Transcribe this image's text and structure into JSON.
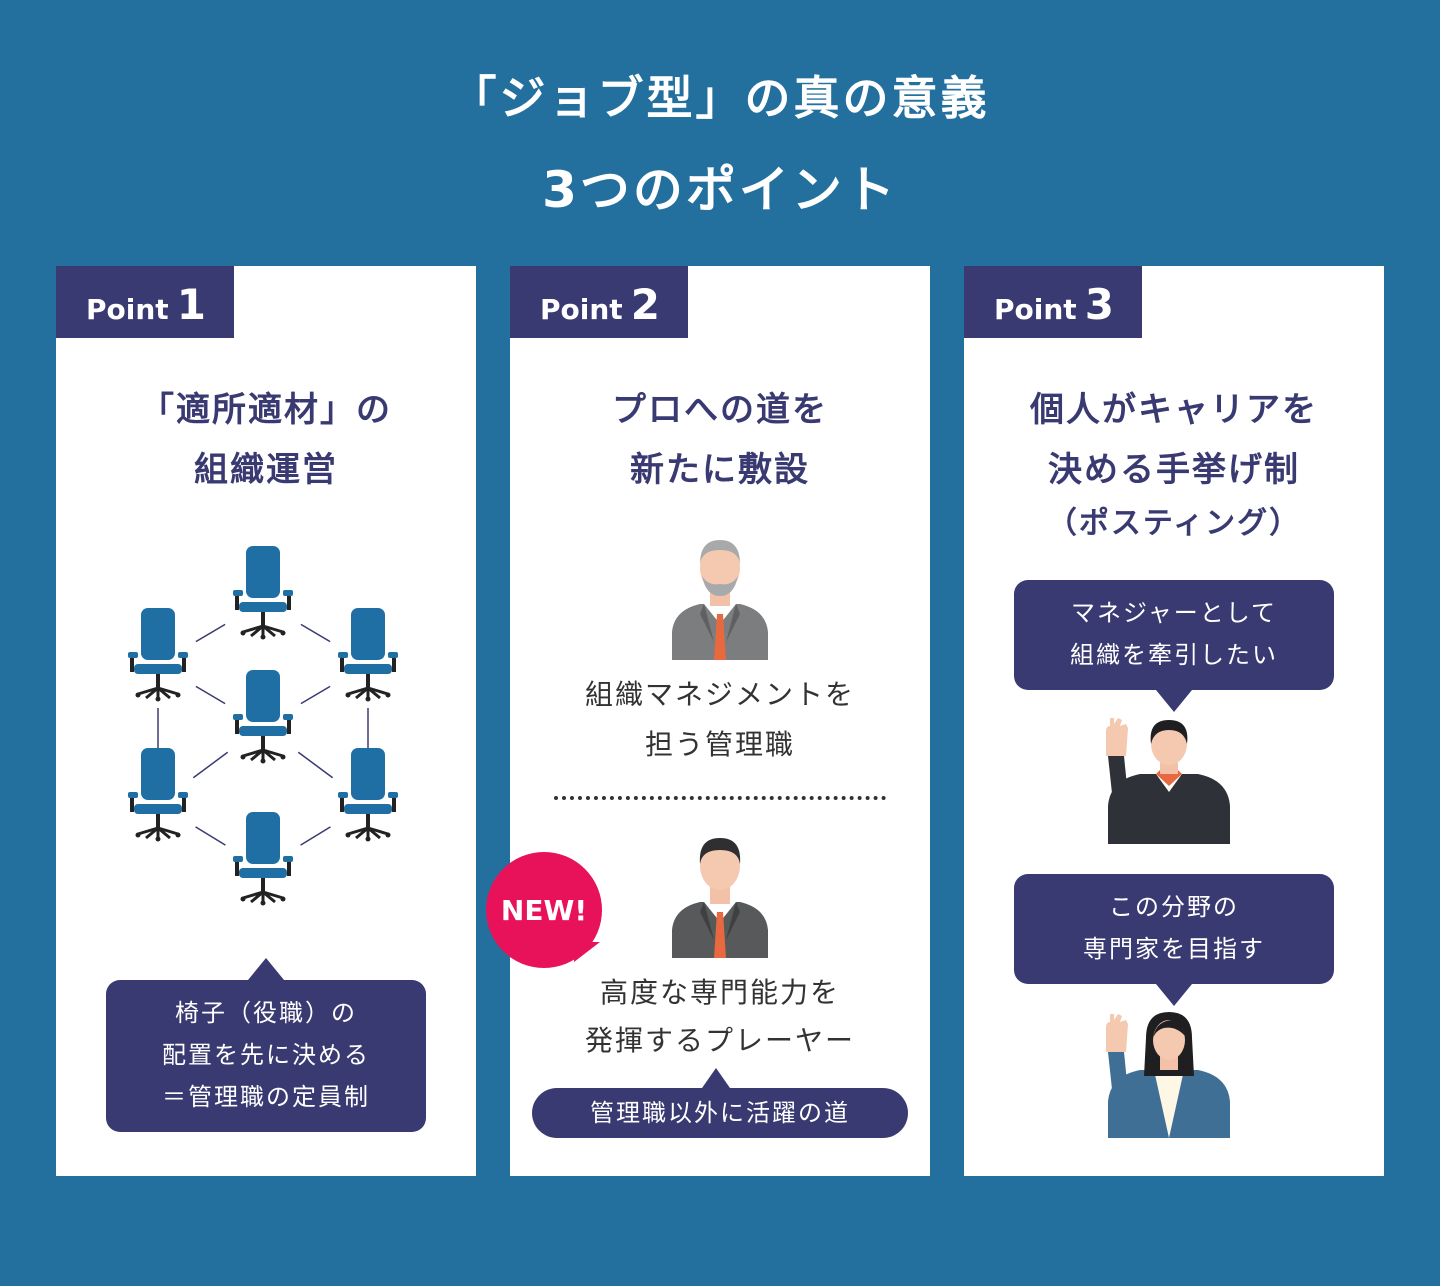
{
  "title": {
    "line1": "「ジョブ型」の真の意義",
    "line2": "3つのポイント"
  },
  "colors": {
    "background": "#23709f",
    "navy": "#3a3a72",
    "card": "#ffffff",
    "new_badge": "#e8125b",
    "chair": "#1f6fa4",
    "tie": "#e8693f"
  },
  "cards": [
    {
      "point_label": "Point",
      "point_number": "1",
      "heading_lines": [
        "「適所適材」の",
        "組織運営"
      ],
      "icon": "chair-network-icon",
      "callout_lines": [
        "椅子（役職）の",
        "配置を先に決める",
        "＝管理職の定員制"
      ]
    },
    {
      "point_label": "Point",
      "point_number": "2",
      "heading_lines": [
        "プロへの道を",
        "新たに敷設"
      ],
      "manager": {
        "icon": "senior-manager-icon",
        "lines": [
          "組織マネジメントを",
          "担う管理職"
        ]
      },
      "player": {
        "icon": "professional-icon",
        "badge": "NEW!",
        "lines": [
          "高度な専門能力を",
          "発揮するプレーヤー"
        ],
        "pill": "管理職以外に活躍の道"
      }
    },
    {
      "point_label": "Point",
      "point_number": "3",
      "heading_lines": [
        "個人がキャリアを",
        "決める手挙げ制"
      ],
      "subheading": "（ポスティング）",
      "bubble1_lines": [
        "マネジャーとして",
        "組織を牽引したい"
      ],
      "person1_icon": "man-raising-hand-icon",
      "bubble2_lines": [
        "この分野の",
        "専門家を目指す"
      ],
      "person2_icon": "woman-raising-hand-icon"
    }
  ]
}
